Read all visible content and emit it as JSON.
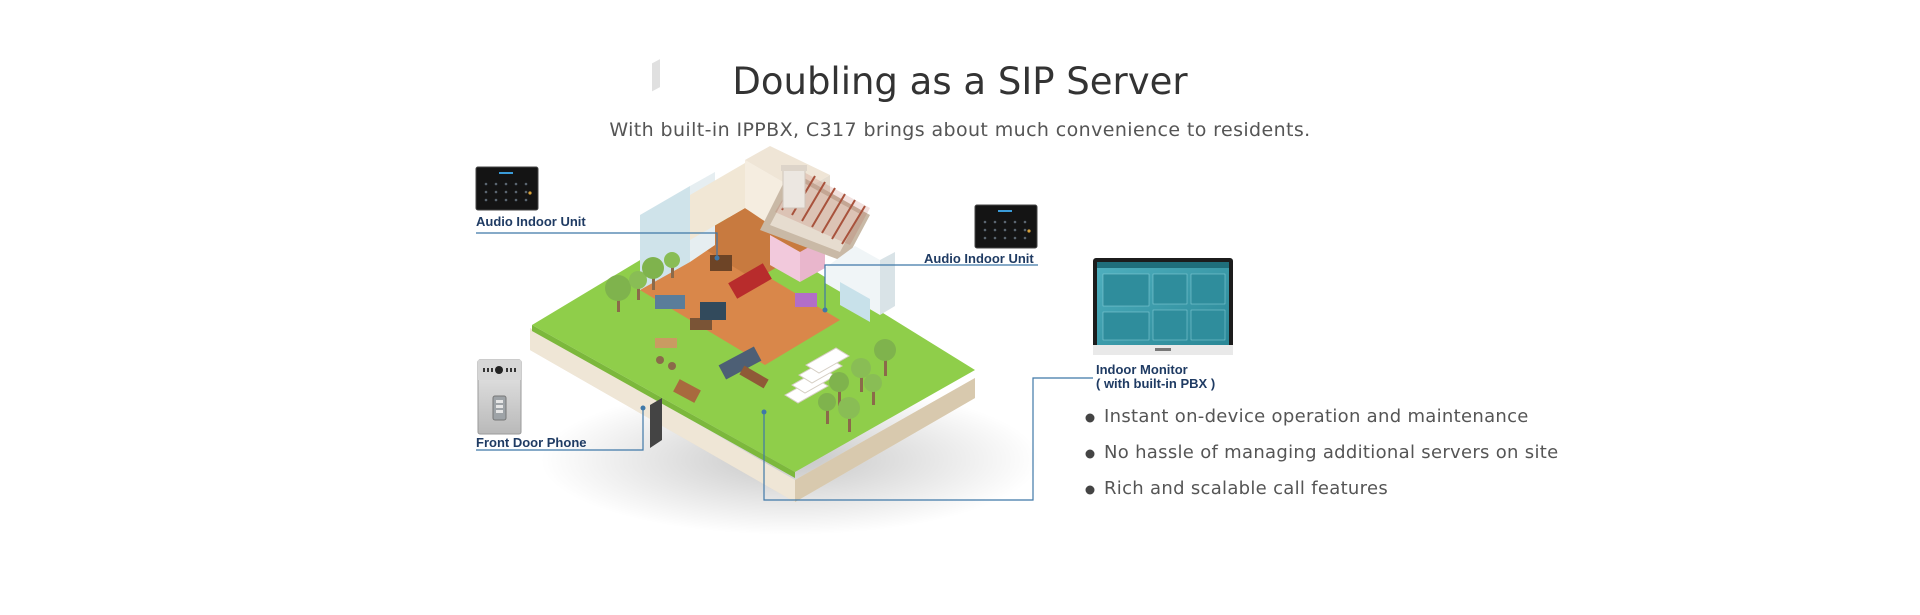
{
  "header": {
    "title": "Doubling as a SIP Server",
    "subtitle": "With built-in IPPBX, C317 brings about much convenience to residents."
  },
  "devices": {
    "audio_indoor_left": {
      "label": "Audio  Indoor  Unit"
    },
    "audio_indoor_right": {
      "label": "Audio  Indoor  Unit"
    },
    "front_door": {
      "label": "Front Door Phone"
    },
    "indoor_monitor": {
      "label_line1": "Indoor Monitor",
      "label_line2": "( with built-in PBX )"
    }
  },
  "features": [
    {
      "text": "Instant on-device operation and maintenance"
    },
    {
      "text": "No hassle of managing additional servers on site"
    },
    {
      "text": "Rich and scalable call features"
    }
  ],
  "colors": {
    "title": "#333333",
    "label": "#1f3b63",
    "connector": "#3f78a8",
    "lawn": "#8fce4a",
    "floor": "#d9874a",
    "base": "#e9ddc8"
  }
}
